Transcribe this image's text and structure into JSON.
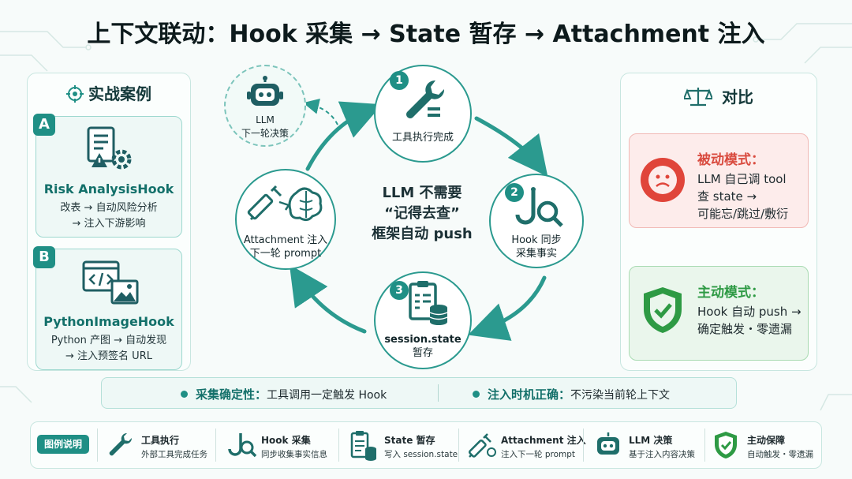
{
  "title": "上下文联动：Hook 采集 → State 暂存 → Attachment 注入",
  "left_panel": {
    "heading": "实战案例",
    "cases": [
      {
        "badge": "A",
        "name": "Risk AnalysisHook",
        "desc_line1": "改表 → 自动风险分析",
        "desc_line2": "→ 注入下游影响"
      },
      {
        "badge": "B",
        "name": "PythonImageHook",
        "desc_line1": "Python 产图 → 自动发现",
        "desc_line2": "→ 注入预签名 URL"
      }
    ]
  },
  "right_panel": {
    "heading": "对比",
    "passive": {
      "title": "被动模式：",
      "line1": "LLM 自己调 tool",
      "line2": "查 state →",
      "line3": "可能忘/跳过/敷衍",
      "color": "#d94b3f"
    },
    "active": {
      "title": "主动模式：",
      "line1": "Hook 自动 push →",
      "line2": "确定触发・零遗漏",
      "color": "#2e9a44"
    }
  },
  "cycle": {
    "center_line1": "LLM 不需要",
    "center_line2": "“记得去查”",
    "center_line3": "框架自动 push",
    "nodes": [
      {
        "num": "1",
        "line1": "工具执行完成",
        "line2": ""
      },
      {
        "num": "2",
        "line1": "Hook 同步",
        "line2": "采集事实"
      },
      {
        "num": "3",
        "line1": "session.state",
        "line2": "暂存"
      },
      {
        "num": "",
        "line1": "Attachment 注入",
        "line2": "下一轮 prompt"
      }
    ],
    "llm_node": {
      "line1": "LLM",
      "line2": "下一轮决策"
    }
  },
  "certainty": [
    {
      "label": "采集确定性：",
      "desc": "工具调用一定触发 Hook"
    },
    {
      "label": "注入时机正确：",
      "desc": "不污染当前轮上下文"
    }
  ],
  "legend": {
    "title": "图例说明",
    "items": [
      {
        "icon": "wrench-icon",
        "name": "工具执行",
        "desc": "外部工具完成任务"
      },
      {
        "icon": "hook-icon",
        "name": "Hook 采集",
        "desc": "同步收集事实信息"
      },
      {
        "icon": "clipboard-database-icon",
        "name": "State 暂存",
        "desc": "写入 session.state"
      },
      {
        "icon": "syringe-icon",
        "name": "Attachment 注入",
        "desc": "注入下一轮 prompt"
      },
      {
        "icon": "robot-icon",
        "name": "LLM 决策",
        "desc": "基于注入内容决策"
      },
      {
        "icon": "shield-check-icon",
        "name": "主动保障",
        "desc": "自动触发・零遗漏"
      }
    ]
  },
  "colors": {
    "teal": "#1f8f85",
    "dark_teal": "#13706a",
    "red": "#d94b3f",
    "green": "#2e9a44"
  }
}
